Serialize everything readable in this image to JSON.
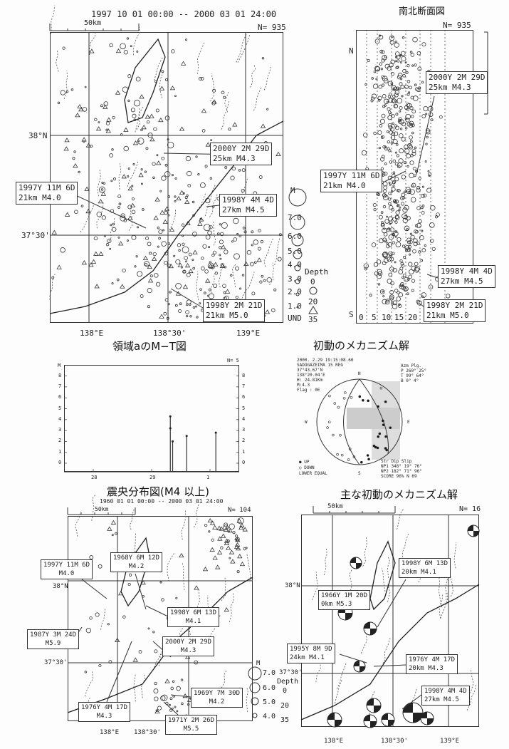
{
  "map_main": {
    "period": "1997 10 01 00:00 -- 2000 03 01 24:00",
    "scale": "50km",
    "count": "N= 935",
    "lat_labels": [
      "38°N",
      "37°30'"
    ],
    "lon_labels": [
      "138°E",
      "138°30'",
      "139°E"
    ],
    "callouts": [
      [
        "2000Y 2M 29D",
        "25km  M4.3"
      ],
      [
        "1997Y 11M 6D",
        "21km  M4.0"
      ],
      [
        "1998Y 4M 4D",
        "27km  M4.5"
      ],
      [
        "1998Y 2M 21D",
        "21km  M5.0"
      ]
    ],
    "legend": {
      "m_title": "M",
      "m_values": [
        "7.0",
        "6.0",
        "5.0",
        "4.0",
        "3.0",
        "2.0",
        "1.0",
        "UND"
      ],
      "depth_title": "Depth",
      "depth_values": [
        "0",
        "20",
        "35"
      ]
    }
  },
  "cross_section": {
    "title": "南北断面図",
    "count": "N= 935",
    "north": "N",
    "south": "S",
    "depth_ticks": [
      "0",
      "5",
      "10",
      "15",
      "20"
    ],
    "callouts": [
      [
        "2000Y 2M 29D",
        "25km  M4.3"
      ],
      [
        "1997Y 11M 6D",
        "21km  M4.0"
      ],
      [
        "1998Y 4M 4D",
        "27km  M4.5"
      ],
      [
        "1998Y 2M 21D",
        "21km  M5.0"
      ]
    ]
  },
  "chart_data": {
    "type": "bar",
    "title": "領域aのM−T図",
    "count": "N= 5",
    "ylabel": "M",
    "ylim": [
      0,
      9
    ],
    "yticks": [
      "0",
      "1",
      "2",
      "3",
      "4",
      "5",
      "6",
      "7",
      "8"
    ],
    "xticks": [
      "28",
      "29",
      "1"
    ],
    "x": [
      29.32,
      29.36,
      29.6,
      30.1
    ],
    "values": [
      4.3,
      2.0,
      2.5,
      2.8
    ],
    "markers": [
      [
        29.32,
        3.2
      ]
    ]
  },
  "mechanism": {
    "title": "初動のメカニズム解",
    "header": [
      "2000. 2.29  19:15:08.60",
      "SADOGAZEIMA 15 REG",
      "37°43.67'N",
      "138°20.04'E",
      "H: 24.81Km",
      "M:4.3",
      "Flag : 0E"
    ],
    "axes": [
      "Azm Plg.",
      "P  260°  25°",
      "T   99°  64°",
      "B    0°   4°"
    ],
    "planes": [
      "Str Dip Slip",
      "NP1 348° 19°  76°",
      "NP2 182° 71°  96°",
      "SCORE 96%  N 69"
    ],
    "legend": [
      "● UP",
      "○ DOWN",
      "LOWER EQUAL"
    ],
    "dirs": [
      "N",
      "E",
      "S",
      "W"
    ]
  },
  "map_m4": {
    "title": "震央分布図(M4 以上)",
    "period": "1960 01 01 00:00 -- 2000 03 01 24:00",
    "scale": "50km",
    "count": "N= 104",
    "lat_labels": [
      "38°N",
      "37°30'"
    ],
    "lon_labels": [
      "138°E",
      "138°30'"
    ],
    "callouts": [
      [
        "1997Y 11M 6D",
        "M4.0"
      ],
      [
        "1968Y 6M 12D",
        "M4.2"
      ],
      [
        "1998Y 6M 13D",
        "M4.1"
      ],
      [
        "1987Y 3M 24D",
        "M5.9"
      ],
      [
        "2000Y 2M 29D",
        "M4.3"
      ],
      [
        "1976Y 4M 17D",
        "M4.3"
      ],
      [
        "1969Y 7M 30D",
        "M4.2"
      ],
      [
        "1971Y 2M 26D",
        "M5.5"
      ]
    ],
    "legend": {
      "m_title": "M",
      "m_values": [
        "7.0",
        "6.0",
        "5.0",
        "4.0"
      ],
      "depth_title": "Depth",
      "depth_values": [
        "0",
        "20",
        "35"
      ]
    }
  },
  "map_mech": {
    "title": "主な初動のメカニズム解",
    "scale": "50km",
    "count": "N= 16",
    "lat_labels": [
      "38°N",
      "37°30'"
    ],
    "lon_labels": [
      "138°E",
      "138°30'",
      "139°E"
    ],
    "callouts": [
      [
        "1966Y 1M 20D",
        "0km  M5.3"
      ],
      [
        "1998Y 6M 13D",
        "20km  M4.1"
      ],
      [
        "1995Y 8M 9D",
        "24km  M4.1"
      ],
      [
        "1976Y 4M 17D",
        "20km  M4.3"
      ],
      [
        "1998Y 4M 4D",
        "27km  M4.5"
      ]
    ]
  }
}
